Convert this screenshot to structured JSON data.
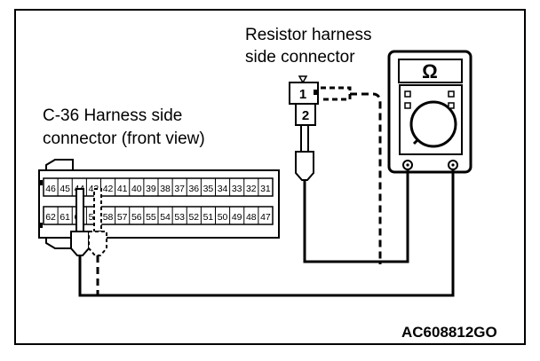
{
  "labels": {
    "resistor_line1": "Resistor harness",
    "resistor_line2": "side connector",
    "c36_line1": "C-36 Harness side",
    "c36_line2": "connector (front view)",
    "figure_code": "AC608812GO"
  },
  "ohmmeter": {
    "symbol": "Ω"
  },
  "resistor_connector": {
    "pins": [
      "1",
      "2"
    ]
  },
  "c36_connector": {
    "top_row": [
      "46",
      "45",
      "44",
      "43",
      "42",
      "41",
      "40",
      "39",
      "38",
      "37",
      "36",
      "35",
      "34",
      "33",
      "32",
      "31"
    ],
    "bottom_row": [
      "62",
      "61",
      "60",
      "59",
      "58",
      "57",
      "56",
      "55",
      "54",
      "53",
      "52",
      "51",
      "50",
      "49",
      "48",
      "47"
    ]
  }
}
